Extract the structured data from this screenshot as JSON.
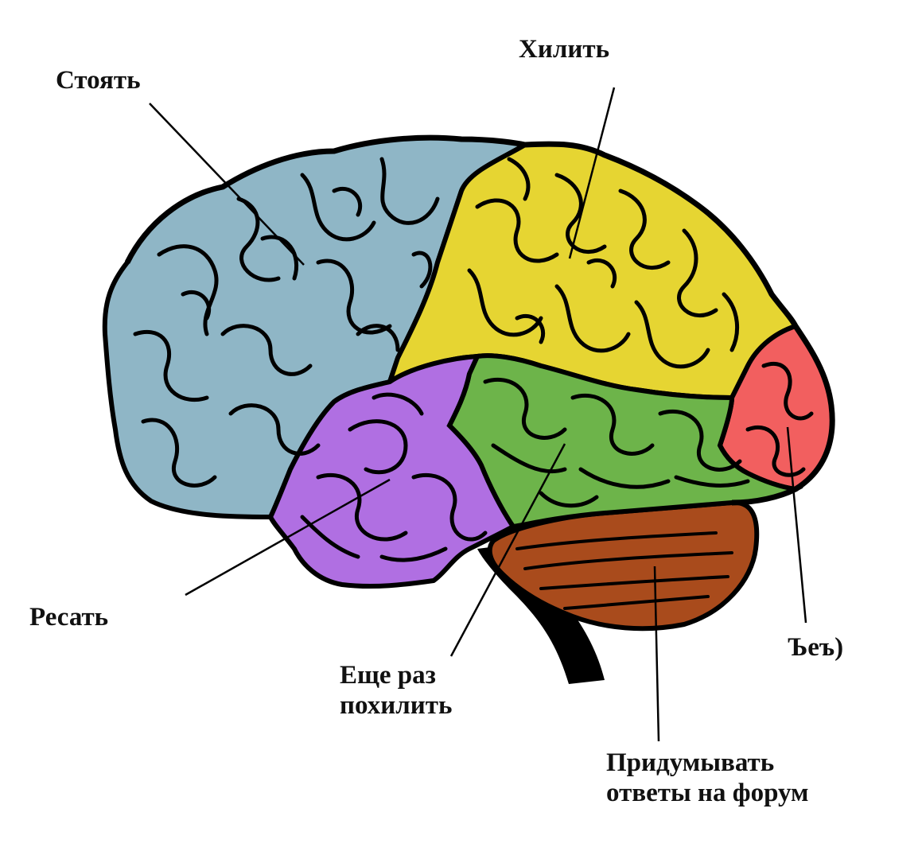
{
  "diagram": {
    "colors": {
      "outline": "#000000",
      "frontal": "#8fb6c6",
      "parietal": "#e6d532",
      "temporal": "#b06fe2",
      "middle": "#6db44a",
      "occipital": "#f25f5f",
      "cerebellum": "#a94b1c",
      "stem": "#000000",
      "background": "#ffffff"
    },
    "labels": {
      "frontal": "Стоять",
      "parietal": "Хилить",
      "temporal": "Ресать",
      "occipital": "Ъеъ)",
      "stem_line1": "Еще раз",
      "stem_line2": "похилить",
      "cerebellum_line1": "Придумывать",
      "cerebellum_line2": "ответы на форум"
    }
  }
}
